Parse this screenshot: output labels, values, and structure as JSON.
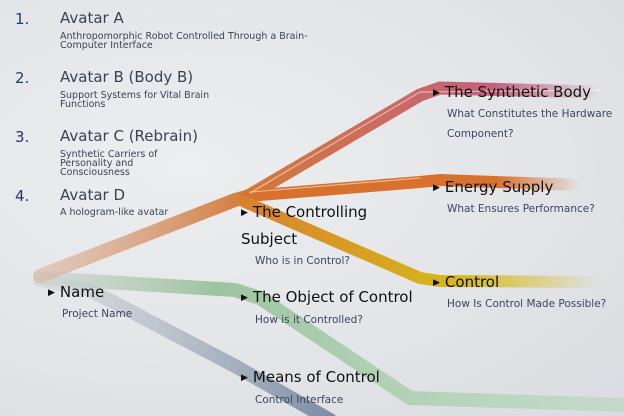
{
  "avatars": [
    {
      "number": "1.",
      "title": "Avatar A",
      "description": "Anthropomorphic Robot Controlled Through a Brain-Computer Interface"
    },
    {
      "number": "2.",
      "title": "Avatar B (Body B)",
      "description": "Support Systems for Vital Brain Functions"
    },
    {
      "number": "3.",
      "title": "Avatar C (Rebrain)",
      "description": "Synthetic Carriers of Personality and Consciousness"
    },
    {
      "number": "4.",
      "title": "Avatar D",
      "description": "A hologram-like avatar"
    }
  ],
  "root": {
    "title": "Name",
    "subtitle": "Project Name"
  },
  "branches": {
    "subject": {
      "title": "The Controlling Subject",
      "subtitle": "Who is in Control?",
      "color": "#d4793a"
    },
    "object": {
      "title": "The Object of Control",
      "subtitle": "How is it Controlled?",
      "color": "#8fbf94"
    },
    "means": {
      "title": "Means of Control",
      "subtitle": "Control Interface",
      "color": "#8a9ab0"
    },
    "body": {
      "title": "The Synthetic Body",
      "subtitle": "What Constitutes the Hardware Component?",
      "color": "#c4607e"
    },
    "energy": {
      "title": "Energy Supply",
      "subtitle": "What Ensures Performance?",
      "color": "#d9712e"
    },
    "control": {
      "title": "Control",
      "subtitle": "How Is Control Made Possible?",
      "color": "#d6b81a"
    }
  }
}
